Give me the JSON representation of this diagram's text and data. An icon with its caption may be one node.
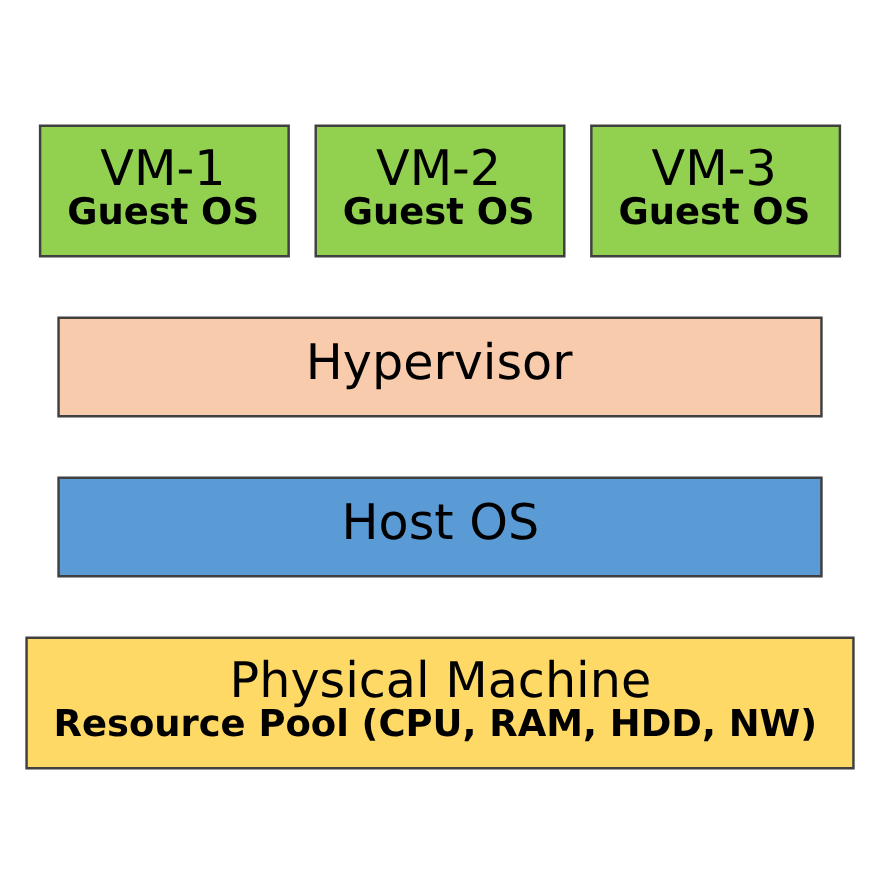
{
  "diagram": {
    "nodes": [
      {
        "text": [
          "VM-1",
          "Guest OS"
        ]
      },
      {
        "text": [
          "VM-2",
          "Guest OS"
        ]
      },
      {
        "text": [
          "VM-3",
          "Guest OS"
        ]
      },
      {
        "text": [
          "Hypervisor"
        ]
      },
      {
        "text": [
          "Host OS"
        ]
      },
      {
        "text": [
          "Physical Machine",
          "Resource Pool (CPU, RAM, HDD, NW)"
        ]
      }
    ]
  }
}
